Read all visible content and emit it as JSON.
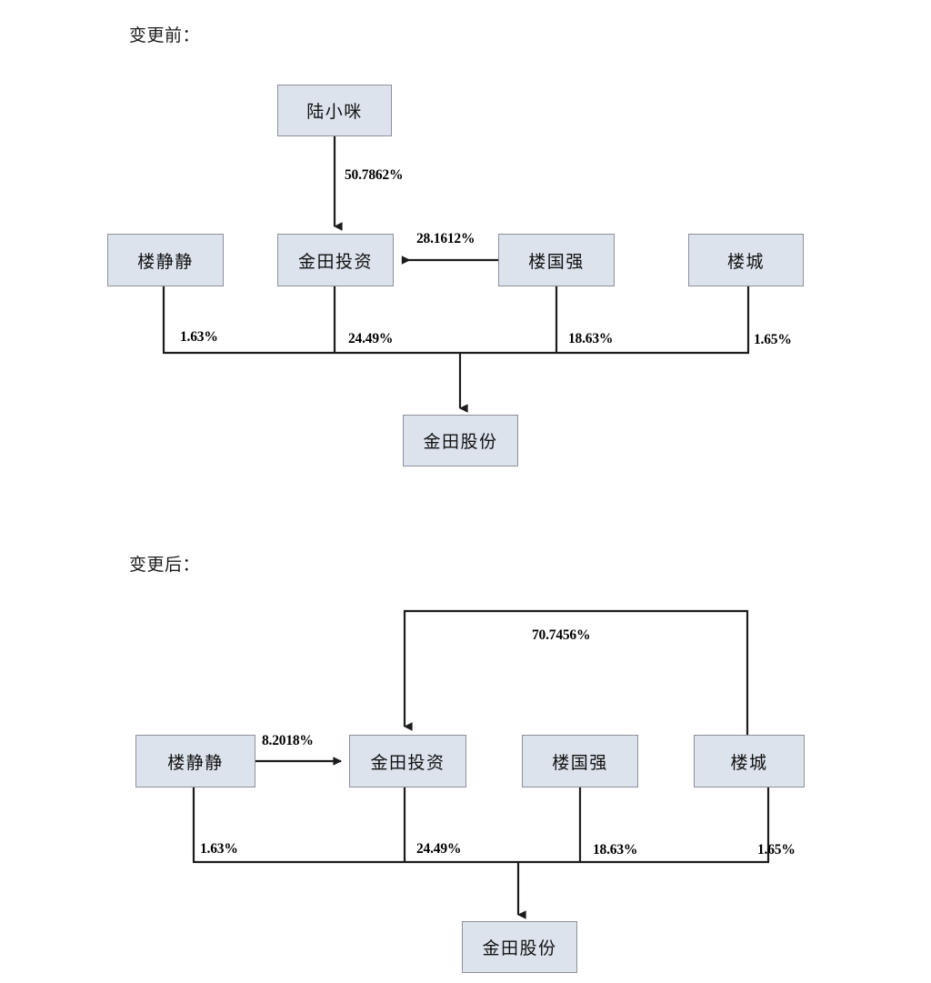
{
  "page": {
    "title": "股权变更结构图",
    "background": "#ffffff",
    "node_fill": "#dce3ed",
    "node_border": "#8d9097",
    "line_color": "#1c1c1c"
  },
  "sections": [
    {
      "id": "before",
      "label": "变更前："
    },
    {
      "id": "after",
      "label": "变更后："
    }
  ],
  "diagram_before": {
    "label": "变更前：",
    "nodes": {
      "lu_xiaomi": "陆小咪",
      "lou_jingjing": "楼静静",
      "jintian_tz": "金田投资",
      "lou_guoqiang": "楼国强",
      "lou_cheng": "楼城",
      "jintian_gf": "金田股份"
    },
    "edges": [
      {
        "from": "陆小咪",
        "to": "金田投资",
        "label": "50.7862%"
      },
      {
        "from": "楼国强",
        "to": "金田投资",
        "label": "28.1612%"
      },
      {
        "from": "楼静静",
        "to": "金田股份",
        "label": "1.63%"
      },
      {
        "from": "金田投资",
        "to": "金田股份",
        "label": "24.49%"
      },
      {
        "from": "楼国强",
        "to": "金田股份",
        "label": "18.63%"
      },
      {
        "from": "楼城",
        "to": "金田股份",
        "label": "1.65%"
      }
    ]
  },
  "diagram_after": {
    "label": "变更后：",
    "nodes": {
      "lou_jingjing": "楼静静",
      "jintian_tz": "金田投资",
      "lou_guoqiang": "楼国强",
      "lou_cheng": "楼城",
      "jintian_gf": "金田股份"
    },
    "edges": [
      {
        "from": "楼城",
        "to": "金田投资",
        "label": "70.7456%"
      },
      {
        "from": "楼静静",
        "to": "金田投资",
        "label": "8.2018%"
      },
      {
        "from": "楼静静",
        "to": "金田股份",
        "label": "1.63%"
      },
      {
        "from": "金田投资",
        "to": "金田股份",
        "label": "24.49%"
      },
      {
        "from": "楼国强",
        "to": "金田股份",
        "label": "18.63%"
      },
      {
        "from": "楼城",
        "to": "金田股份",
        "label": "1.65%"
      }
    ]
  }
}
